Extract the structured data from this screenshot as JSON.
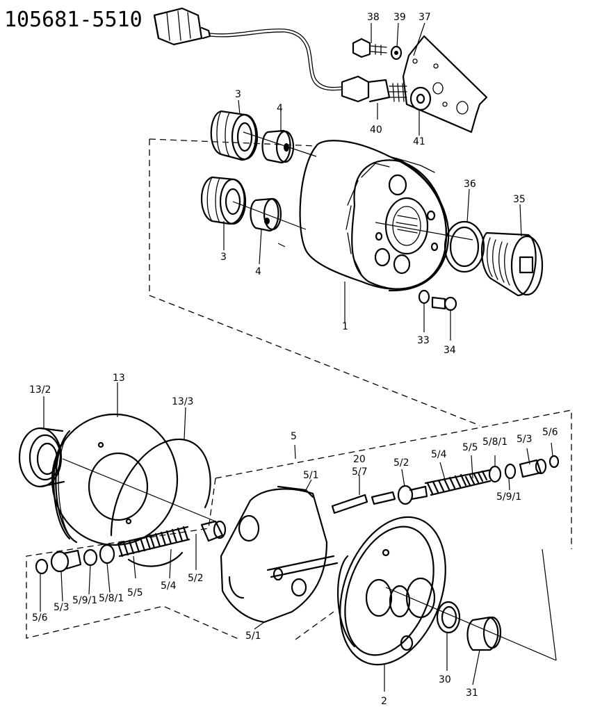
{
  "drawing_number": "105681-5510",
  "part_labels": {
    "p1": "1",
    "p2": "2",
    "p3a": "3",
    "p3b": "3",
    "p4a": "4",
    "p4b": "4",
    "p5": "5",
    "p5_1a": "5/1",
    "p5_1b": "5/1",
    "p5_2a": "5/2",
    "p5_2b": "5/2",
    "p5_3a": "5/3",
    "p5_3b": "5/3",
    "p5_4a": "5/4",
    "p5_4b": "5/4",
    "p5_5a": "5/5",
    "p5_5b": "5/5",
    "p5_6a": "5/6",
    "p5_6b": "5/6",
    "p5_7": "5/7",
    "p5_8_1a": "5/8/1",
    "p5_8_1b": "5/8/1",
    "p5_9_1a": "5/9/1",
    "p5_9_1b": "5/9/1",
    "p13": "13",
    "p13_2": "13/2",
    "p13_3": "13/3",
    "p20": "20",
    "p30": "30",
    "p31": "31",
    "p33": "33",
    "p34": "34",
    "p35": "35",
    "p36": "36",
    "p37": "37",
    "p38": "38",
    "p39": "39",
    "p40": "40",
    "p41": "41"
  }
}
